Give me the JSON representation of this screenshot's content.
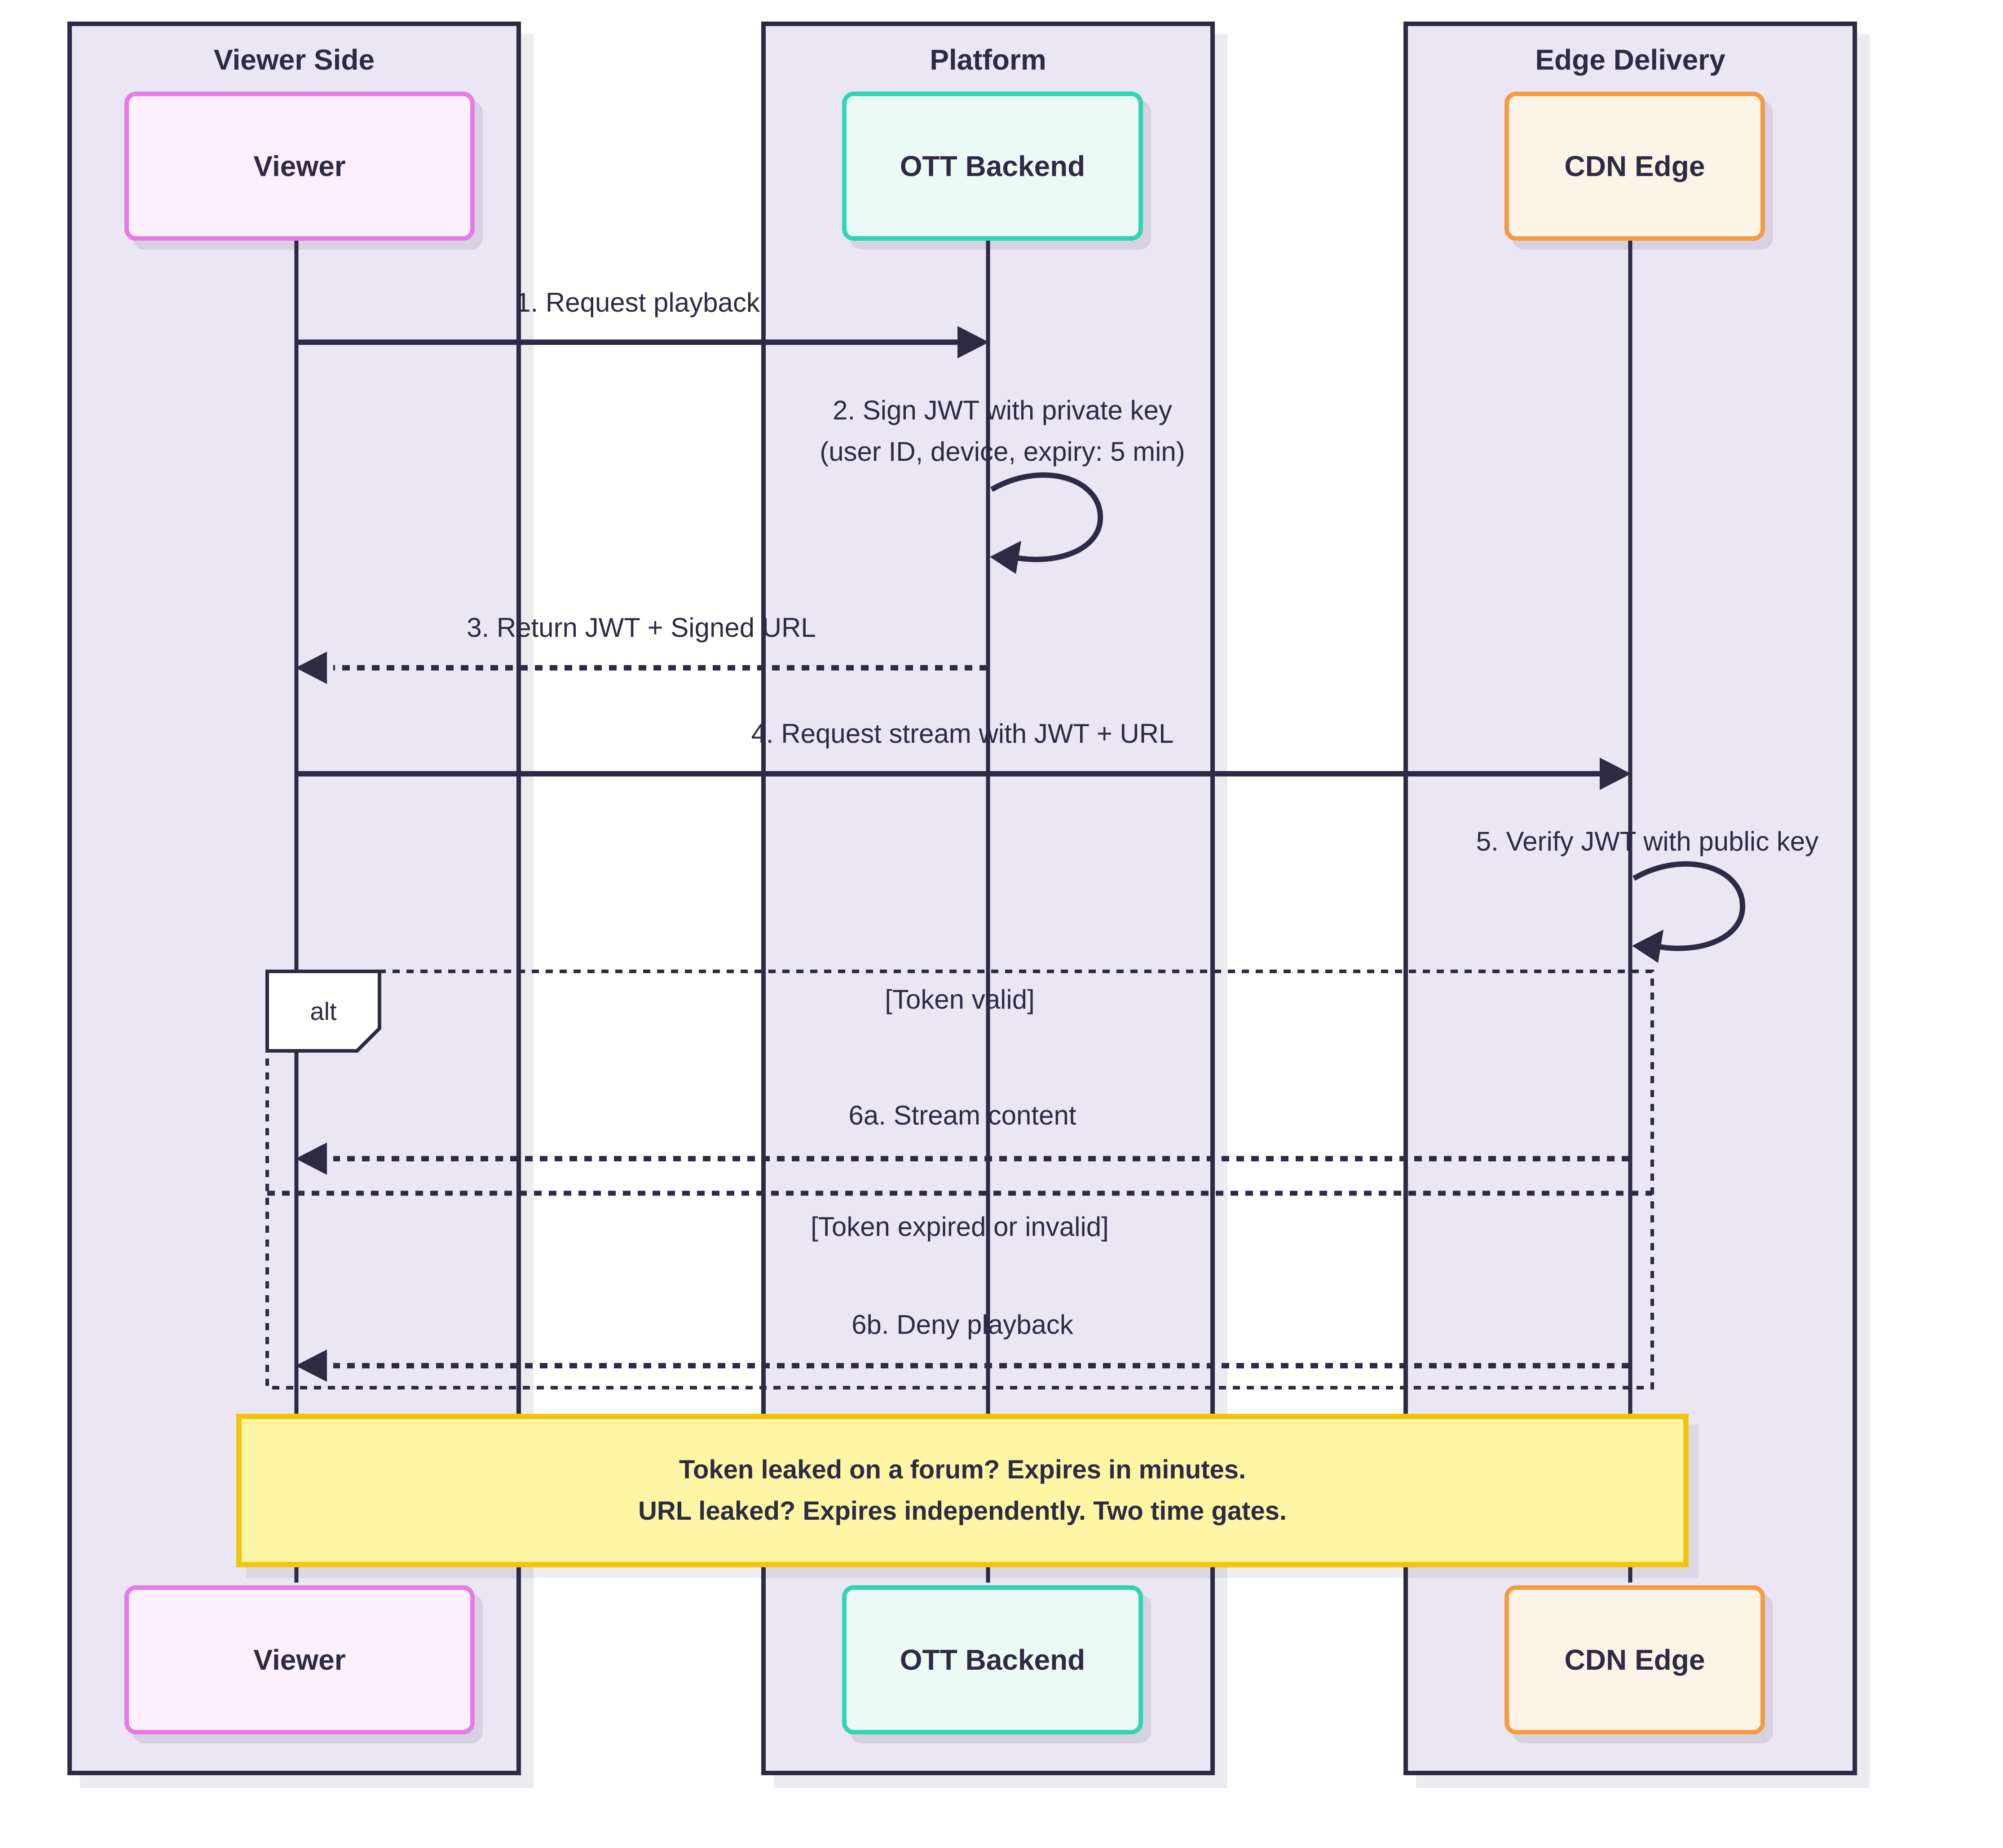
{
  "groups": [
    {
      "label": "Viewer Side",
      "actor": "Viewer",
      "border_color": "#e87ae8",
      "fill_color": "#fdf0fd"
    },
    {
      "label": "Platform",
      "actor": "OTT Backend",
      "border_color": "#2fd5b4",
      "fill_color": "#ecfaf6"
    },
    {
      "label": "Edge Delivery",
      "actor": "CDN Edge",
      "border_color": "#f79b42",
      "fill_color": "#fdf4e8"
    }
  ],
  "messages": [
    {
      "id": "1",
      "label": "1. Request playback",
      "type": "solid",
      "from": "Viewer",
      "to": "OTT Backend"
    },
    {
      "id": "2",
      "label": "2. Sign JWT with private key",
      "label2": "(user ID, device, expiry: 5 min)",
      "type": "self",
      "from": "OTT Backend",
      "to": "OTT Backend"
    },
    {
      "id": "3",
      "label": "3. Return JWT + Signed URL",
      "type": "dashed",
      "from": "OTT Backend",
      "to": "Viewer"
    },
    {
      "id": "4",
      "label": "4. Request stream with JWT + URL",
      "type": "solid",
      "from": "Viewer",
      "to": "CDN Edge"
    },
    {
      "id": "5",
      "label": "5. Verify JWT with public key",
      "type": "self",
      "from": "CDN Edge",
      "to": "CDN Edge"
    },
    {
      "id": "6a",
      "label": "6a. Stream content",
      "type": "dashed",
      "from": "CDN Edge",
      "to": "Viewer"
    },
    {
      "id": "6b",
      "label": "6b. Deny playback",
      "type": "dashed",
      "from": "CDN Edge",
      "to": "Viewer"
    }
  ],
  "alt": {
    "label": "alt",
    "guard_valid": "[Token valid]",
    "guard_invalid": "[Token expired or invalid]"
  },
  "note": {
    "line1": "Token leaked on a forum? Expires in minutes.",
    "line2": "URL leaked? Expires independently. Two time gates."
  },
  "colors": {
    "ink": "#2e2a44",
    "group_fill": "#eae6f3",
    "viewer_border": "#e87ae8",
    "viewer_fill": "#fdf0fd",
    "ott_border": "#2fd5b4",
    "ott_fill": "#ecfaf6",
    "cdn_border": "#f79b42",
    "cdn_fill": "#fdf4e8",
    "note_fill": "#fdf6a4",
    "note_border": "#f2c40e"
  }
}
